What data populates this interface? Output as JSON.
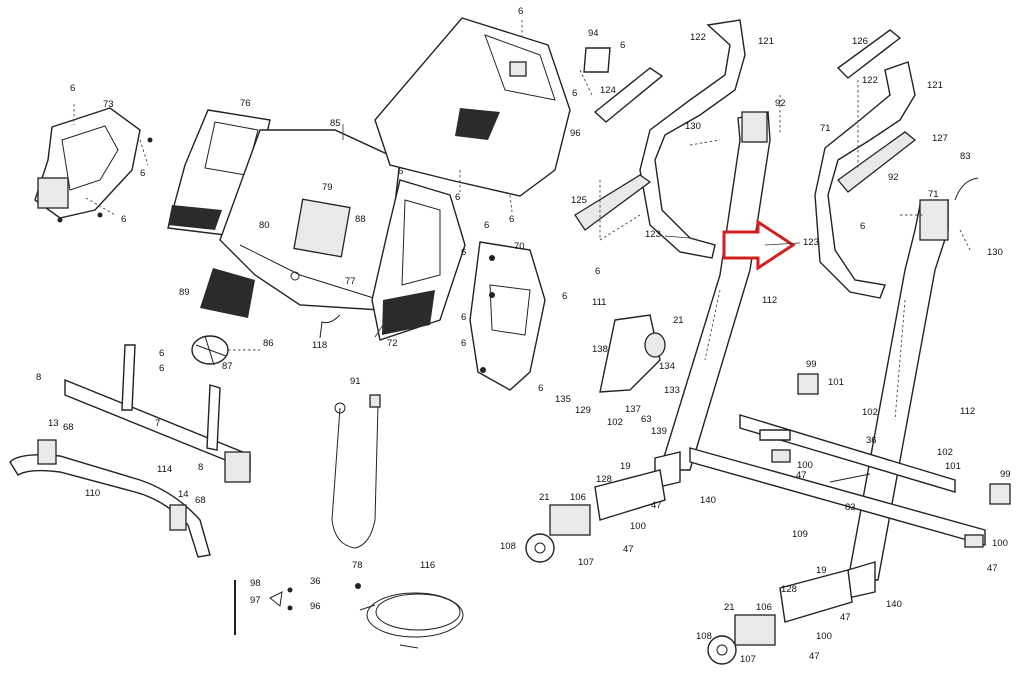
{
  "callouts": [
    {
      "id": "c1",
      "text": "6"
    },
    {
      "id": "c2",
      "text": "73"
    },
    {
      "id": "c3",
      "text": "6"
    },
    {
      "id": "c4",
      "text": "6"
    },
    {
      "id": "c5",
      "text": "76"
    },
    {
      "id": "c6",
      "text": "85"
    },
    {
      "id": "c7",
      "text": "79"
    },
    {
      "id": "c8",
      "text": "80"
    },
    {
      "id": "c9",
      "text": "88"
    },
    {
      "id": "c10",
      "text": "77"
    },
    {
      "id": "c11",
      "text": "72"
    },
    {
      "id": "c12",
      "text": "89"
    },
    {
      "id": "c13",
      "text": "118"
    },
    {
      "id": "c14",
      "text": "86"
    },
    {
      "id": "c15",
      "text": "87"
    },
    {
      "id": "c16",
      "text": "8"
    },
    {
      "id": "c17",
      "text": "6"
    },
    {
      "id": "c18",
      "text": "6"
    },
    {
      "id": "c19",
      "text": "7"
    },
    {
      "id": "c20",
      "text": "13"
    },
    {
      "id": "c21",
      "text": "68"
    },
    {
      "id": "c22",
      "text": "8"
    },
    {
      "id": "c23",
      "text": "110"
    },
    {
      "id": "c24",
      "text": "114"
    },
    {
      "id": "c25",
      "text": "14"
    },
    {
      "id": "c26",
      "text": "68"
    },
    {
      "id": "c27",
      "text": "6"
    },
    {
      "id": "c28",
      "text": "94"
    },
    {
      "id": "c29",
      "text": "6"
    },
    {
      "id": "c30",
      "text": "6"
    },
    {
      "id": "c31",
      "text": "124"
    },
    {
      "id": "c32",
      "text": "96"
    },
    {
      "id": "c33",
      "text": "6"
    },
    {
      "id": "c34",
      "text": "6"
    },
    {
      "id": "c35",
      "text": "6"
    },
    {
      "id": "c36",
      "text": "6"
    },
    {
      "id": "c37",
      "text": "70"
    },
    {
      "id": "c38",
      "text": "6"
    },
    {
      "id": "c39",
      "text": "6"
    },
    {
      "id": "c40",
      "text": "6"
    },
    {
      "id": "c41",
      "text": "6"
    },
    {
      "id": "c42",
      "text": "6"
    },
    {
      "id": "c43",
      "text": "91"
    },
    {
      "id": "c44",
      "text": "78"
    },
    {
      "id": "c45",
      "text": "116"
    },
    {
      "id": "c46",
      "text": "98"
    },
    {
      "id": "c47",
      "text": "97"
    },
    {
      "id": "c48",
      "text": "36"
    },
    {
      "id": "c49",
      "text": "96"
    },
    {
      "id": "c50",
      "text": "122"
    },
    {
      "id": "c51",
      "text": "121"
    },
    {
      "id": "c52",
      "text": "130"
    },
    {
      "id": "c53",
      "text": "92"
    },
    {
      "id": "c54",
      "text": "71"
    },
    {
      "id": "c55",
      "text": "125"
    },
    {
      "id": "c56",
      "text": "123"
    },
    {
      "id": "c57",
      "text": "6"
    },
    {
      "id": "c58",
      "text": "126"
    },
    {
      "id": "c59",
      "text": "122"
    },
    {
      "id": "c60",
      "text": "121"
    },
    {
      "id": "c61",
      "text": "127"
    },
    {
      "id": "c62",
      "text": "83"
    },
    {
      "id": "c63",
      "text": "92"
    },
    {
      "id": "c64",
      "text": "71"
    },
    {
      "id": "c65",
      "text": "6"
    },
    {
      "id": "c66",
      "text": "123"
    },
    {
      "id": "c67",
      "text": "130"
    },
    {
      "id": "c68",
      "text": "111"
    },
    {
      "id": "c69",
      "text": "21"
    },
    {
      "id": "c70",
      "text": "112"
    },
    {
      "id": "c71",
      "text": "138"
    },
    {
      "id": "c72",
      "text": "134"
    },
    {
      "id": "c73",
      "text": "135"
    },
    {
      "id": "c74",
      "text": "129"
    },
    {
      "id": "c75",
      "text": "137"
    },
    {
      "id": "c76",
      "text": "133"
    },
    {
      "id": "c77",
      "text": "102"
    },
    {
      "id": "c78",
      "text": "63"
    },
    {
      "id": "c79",
      "text": "139"
    },
    {
      "id": "c80",
      "text": "99"
    },
    {
      "id": "c81",
      "text": "101"
    },
    {
      "id": "c82",
      "text": "102"
    },
    {
      "id": "c83",
      "text": "112"
    },
    {
      "id": "c84",
      "text": "36"
    },
    {
      "id": "c85",
      "text": "102"
    },
    {
      "id": "c86",
      "text": "101"
    },
    {
      "id": "c87",
      "text": "99"
    },
    {
      "id": "c88",
      "text": "100"
    },
    {
      "id": "c89",
      "text": "47"
    },
    {
      "id": "c90",
      "text": "83"
    },
    {
      "id": "c91",
      "text": "109"
    },
    {
      "id": "c92",
      "text": "100"
    },
    {
      "id": "c93",
      "text": "47"
    },
    {
      "id": "c94",
      "text": "21"
    },
    {
      "id": "c95",
      "text": "106"
    },
    {
      "id": "c96",
      "text": "128"
    },
    {
      "id": "c97",
      "text": "19"
    },
    {
      "id": "c98",
      "text": "140"
    },
    {
      "id": "c99",
      "text": "47"
    },
    {
      "id": "c100",
      "text": "108"
    },
    {
      "id": "c101",
      "text": "107"
    },
    {
      "id": "c102",
      "text": "100"
    },
    {
      "id": "c103",
      "text": "47"
    },
    {
      "id": "c104",
      "text": "21"
    },
    {
      "id": "c105",
      "text": "106"
    },
    {
      "id": "c106",
      "text": "128"
    },
    {
      "id": "c107",
      "text": "19"
    },
    {
      "id": "c108",
      "text": "140"
    },
    {
      "id": "c109",
      "text": "47"
    },
    {
      "id": "c110",
      "text": "108"
    },
    {
      "id": "c111",
      "text": "107"
    },
    {
      "id": "c112",
      "text": "100"
    },
    {
      "id": "c113",
      "text": "47"
    }
  ],
  "colors": {
    "arrow": "#d21f1f",
    "ink": "#222222",
    "paper": "#ffffff"
  }
}
